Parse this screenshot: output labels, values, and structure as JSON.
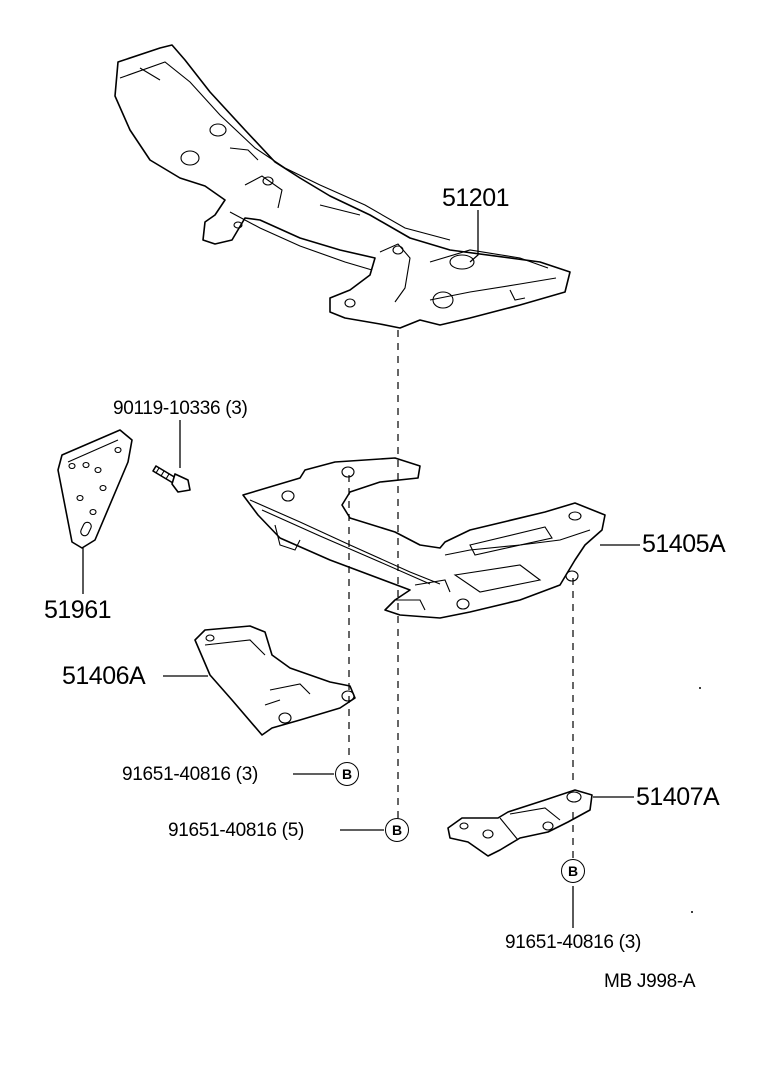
{
  "parts": {
    "p51201": "51201",
    "p90119": "90119-10336 (3)",
    "p51961": "51961",
    "p51405A": "51405A",
    "p51406A": "51406A",
    "p51407A": "51407A",
    "b1": "91651-40816 (3)",
    "b2": "91651-40816 (5)",
    "b3": "91651-40816 (3)"
  },
  "ref_marker": "B",
  "figure_code": "MB  J998-A"
}
